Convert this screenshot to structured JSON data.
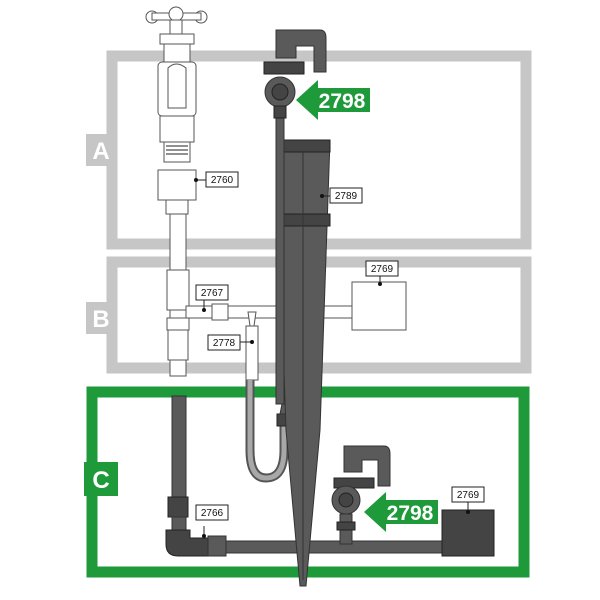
{
  "sections": [
    {
      "letter": "A",
      "highlighted": false
    },
    {
      "letter": "B",
      "highlighted": false
    },
    {
      "letter": "C",
      "highlighted": true
    }
  ],
  "colors": {
    "highlight": "#1f9a3a",
    "frame": "#c6c6c6",
    "component": "#5a5a5a"
  },
  "part_labels": {
    "valve_adapter": "2760",
    "stake": "2789",
    "pipe_fitting": "2767",
    "weight_top": "2769",
    "connector": "2778",
    "elbow": "2766",
    "weight_bottom": "2769"
  },
  "callouts": {
    "top_sprinkler": "2798",
    "bottom_sprinkler": "2798"
  }
}
